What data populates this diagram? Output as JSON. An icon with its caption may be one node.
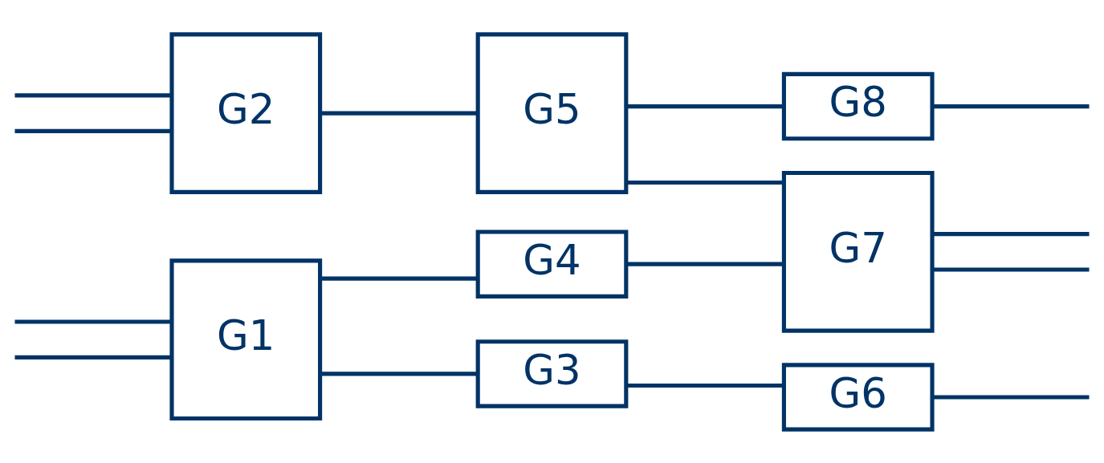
{
  "diagram": {
    "nodes": [
      {
        "text": [
          "G1"
        ]
      },
      {
        "text": [
          "G2"
        ]
      },
      {
        "text": [
          "G3"
        ]
      },
      {
        "text": [
          "G4"
        ]
      },
      {
        "text": [
          "G5"
        ]
      },
      {
        "text": [
          "G6"
        ]
      },
      {
        "text": [
          "G7"
        ]
      },
      {
        "text": [
          "G8"
        ]
      }
    ],
    "edges": [
      {
        "from": null,
        "to": 0,
        "arrow": "none"
      },
      {
        "from": null,
        "to": 0,
        "arrow": "none"
      },
      {
        "from": null,
        "to": 1,
        "arrow": "none"
      },
      {
        "from": null,
        "to": 1,
        "arrow": "none"
      },
      {
        "from": 0,
        "to": 2,
        "arrow": "none"
      },
      {
        "from": 0,
        "to": 3,
        "arrow": "none"
      },
      {
        "from": 1,
        "to": 4,
        "arrow": "none"
      },
      {
        "from": 2,
        "to": 5,
        "arrow": "none"
      },
      {
        "from": 3,
        "to": 6,
        "arrow": "none"
      },
      {
        "from": 4,
        "to": 6,
        "arrow": "none"
      },
      {
        "from": 4,
        "to": 7,
        "arrow": "none"
      },
      {
        "from": 5,
        "to": null,
        "arrow": "none"
      },
      {
        "from": 6,
        "to": null,
        "arrow": "none"
      },
      {
        "from": 6,
        "to": null,
        "arrow": "none"
      },
      {
        "from": 7,
        "to": null,
        "arrow": "none"
      }
    ]
  }
}
